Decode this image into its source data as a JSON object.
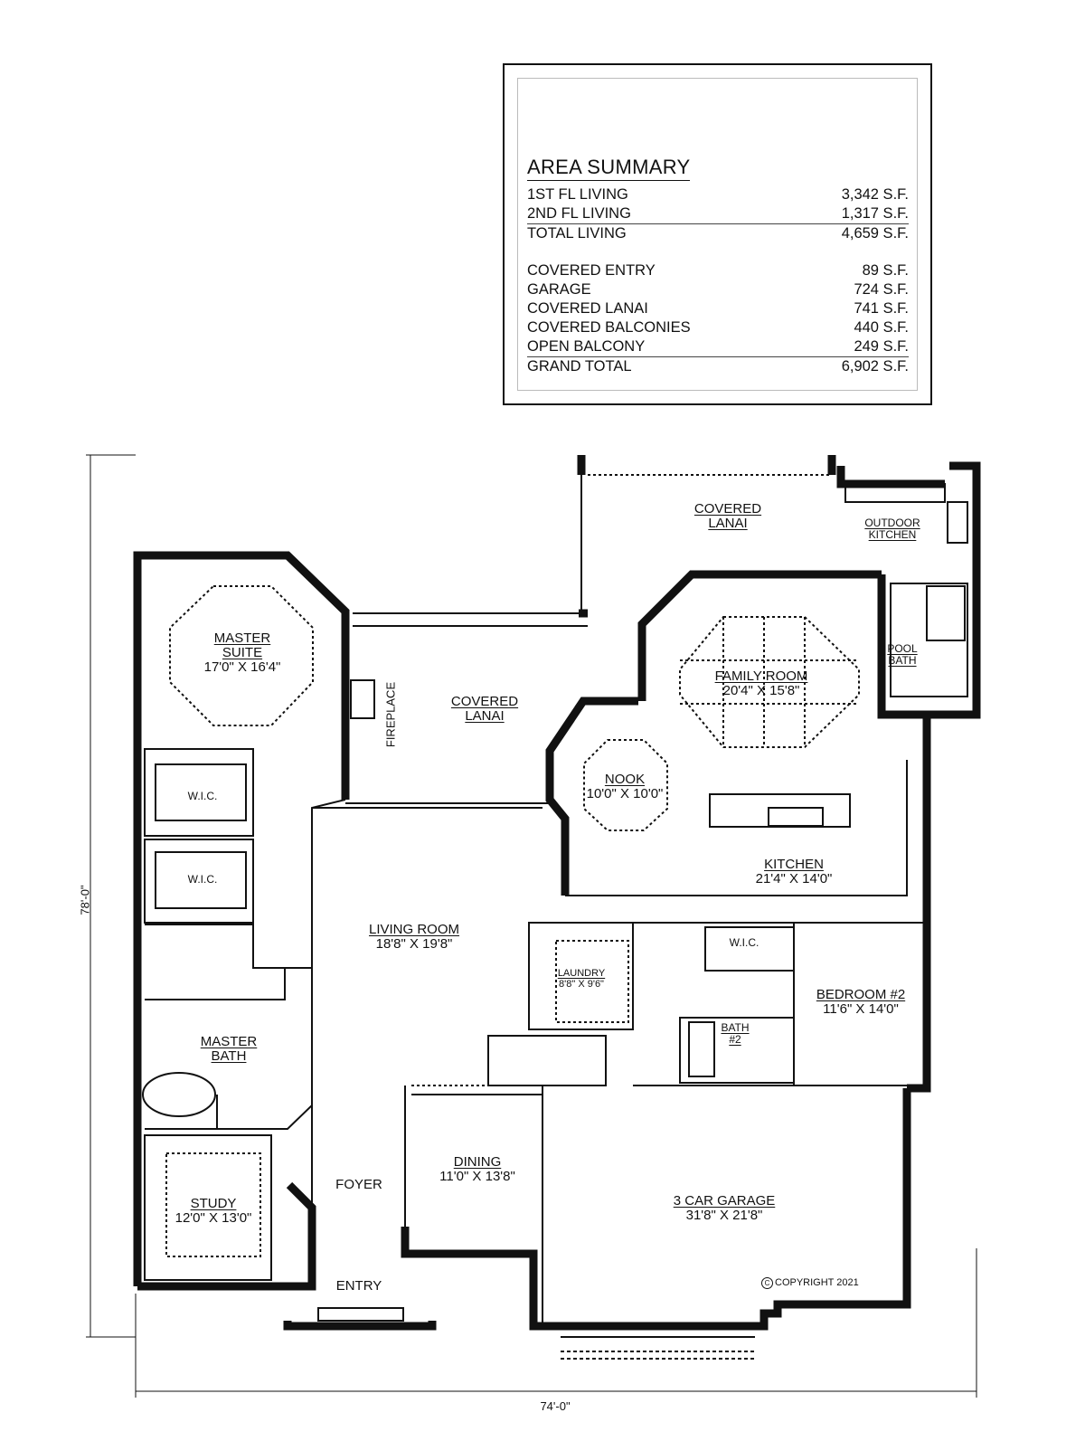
{
  "area_summary": {
    "title": "AREA SUMMARY",
    "rows": [
      {
        "label": "1ST FL LIVING",
        "value": "3,342 S.F."
      },
      {
        "label": "2ND FL LIVING",
        "value": "1,317 S.F."
      },
      {
        "label": "TOTAL LIVING",
        "value": "4,659 S.F."
      },
      {
        "label": "COVERED ENTRY",
        "value": "89 S.F."
      },
      {
        "label": "GARAGE",
        "value": "724 S.F."
      },
      {
        "label": "COVERED LANAI",
        "value": "741 S.F."
      },
      {
        "label": "COVERED BALCONIES",
        "value": "440 S.F."
      },
      {
        "label": "OPEN BALCONY",
        "value": "249 S.F."
      },
      {
        "label": "GRAND TOTAL",
        "value": "6,902 S.F."
      }
    ]
  },
  "rooms": {
    "covered_lanai_top": {
      "name": "COVERED",
      "name2": "LANAI"
    },
    "outdoor_kitchen": {
      "name": "OUTDOOR",
      "name2": "KITCHEN"
    },
    "master_suite": {
      "name": "MASTER",
      "name2": "SUITE",
      "dims": "17'0\" X 16'4\""
    },
    "covered_lanai_mid": {
      "name": "COVERED",
      "name2": "LANAI"
    },
    "fireplace": "FIREPLACE",
    "family_room": {
      "name": "FAMILY ROOM",
      "dims": "20'4\" X 15'8\""
    },
    "pool_bath": {
      "name": "POOL",
      "name2": "BATH"
    },
    "nook": {
      "name": "NOOK",
      "dims": "10'0\" X 10'0\""
    },
    "wic_1": "W.I.C.",
    "wic_2": "W.I.C.",
    "kitchen": {
      "name": "KITCHEN",
      "dims": "21'4\" X 14'0\""
    },
    "living_room": {
      "name": "LIVING ROOM",
      "dims": "18'8\" X 19'8\""
    },
    "laundry": {
      "name": "LAUNDRY",
      "dims": "8'8\" X 9'6\""
    },
    "wic_3": "W.I.C.",
    "bedroom_2": {
      "name": "BEDROOM #2",
      "dims": "11'6\" X 14'0\""
    },
    "master_bath": {
      "name": "MASTER",
      "name2": "BATH"
    },
    "bath_2": {
      "name": "BATH",
      "name2": "#2"
    },
    "dining": {
      "name": "DINING",
      "dims": "11'0\" X 13'8\""
    },
    "foyer": "FOYER",
    "study": {
      "name": "STUDY",
      "dims": "12'0\" X 13'0\""
    },
    "garage": {
      "name": "3 CAR GARAGE",
      "dims": "31'8\" X 21'8\""
    },
    "entry": "ENTRY"
  },
  "dimensions": {
    "width": "74'-0\"",
    "depth": "78'-0\""
  },
  "copyright": "COPYRIGHT 2021",
  "copyright_symbol": "C"
}
